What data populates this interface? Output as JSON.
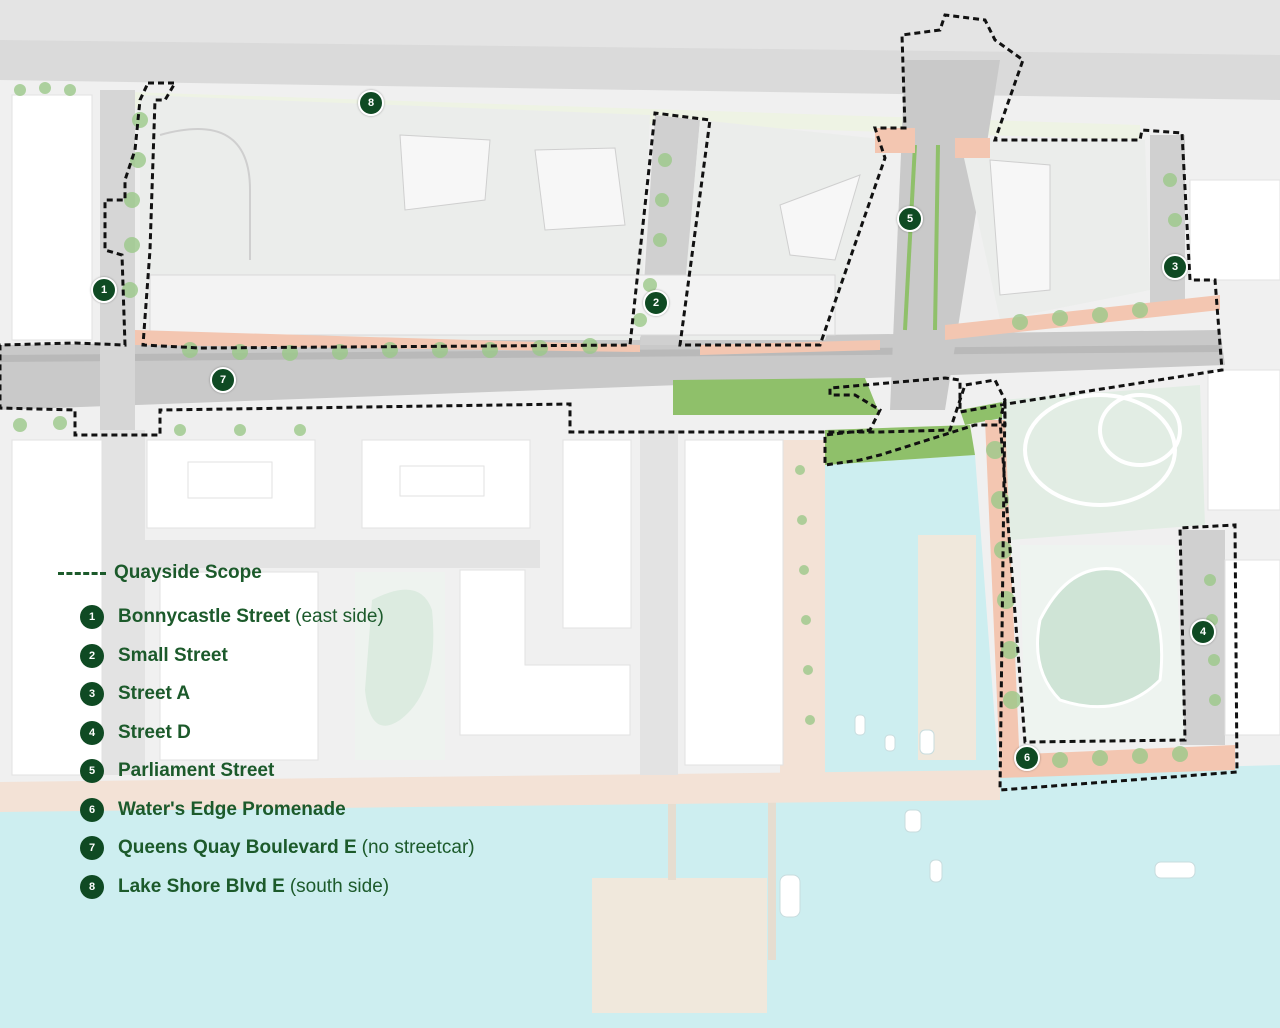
{
  "map": {
    "colors": {
      "water": "#cdeef0",
      "land": "#f0f0f0",
      "road": "#cfcfcf",
      "building": "#ffffff",
      "park": "#e2ede4",
      "green": "#8fc06a",
      "promenade": "#f3d2c2",
      "scope_line": "#111111",
      "marker": "#0f4a23",
      "legend_text": "#1c5a2b"
    },
    "markers": [
      {
        "id": "1",
        "icon": "numbered-circle-marker"
      },
      {
        "id": "2",
        "icon": "numbered-circle-marker"
      },
      {
        "id": "3",
        "icon": "numbered-circle-marker"
      },
      {
        "id": "4",
        "icon": "numbered-circle-marker"
      },
      {
        "id": "5",
        "icon": "numbered-circle-marker"
      },
      {
        "id": "6",
        "icon": "numbered-circle-marker"
      },
      {
        "id": "7",
        "icon": "numbered-circle-marker"
      },
      {
        "id": "8",
        "icon": "numbered-circle-marker"
      }
    ]
  },
  "legend": {
    "title": "Quayside Scope",
    "scope_icon": "dashed-line",
    "items": [
      {
        "num": "1",
        "name": "Bonnycastle Street",
        "note": "(east side)"
      },
      {
        "num": "2",
        "name": "Small Street",
        "note": ""
      },
      {
        "num": "3",
        "name": "Street A",
        "note": ""
      },
      {
        "num": "4",
        "name": "Street D",
        "note": ""
      },
      {
        "num": "5",
        "name": "Parliament Street",
        "note": ""
      },
      {
        "num": "6",
        "name": "Water's Edge Promenade",
        "note": ""
      },
      {
        "num": "7",
        "name": "Queens Quay Boulevard E",
        "note": "(no streetcar)"
      },
      {
        "num": "8",
        "name": "Lake Shore Blvd E",
        "note": "(south side)"
      }
    ]
  }
}
